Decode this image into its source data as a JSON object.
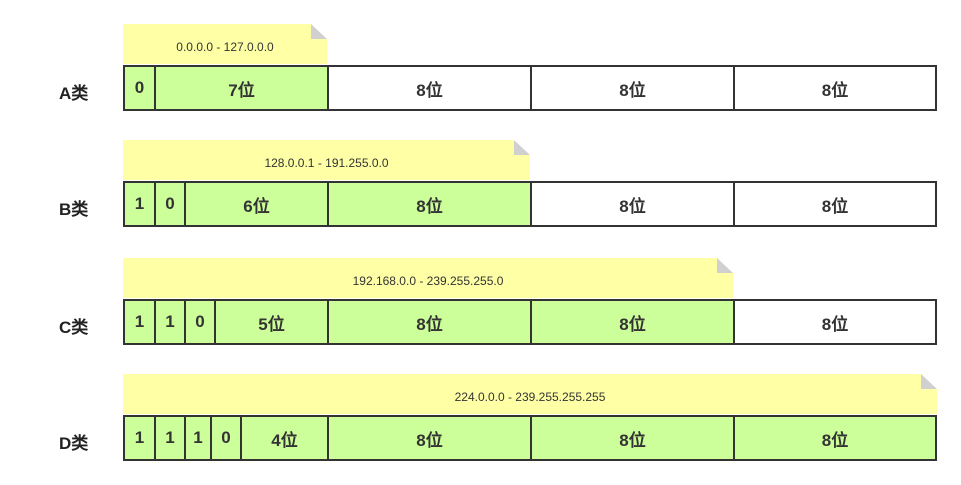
{
  "colors": {
    "network_fill": "#ccff99",
    "host_fill": "#ffffff",
    "note_fill": "#ffffa6",
    "note_fold": "#d0d0d0",
    "border": "#333333"
  },
  "rows": [
    {
      "label": "A类",
      "range": "0.0.0.0 - 127.0.0.0",
      "bits": [
        "0"
      ],
      "network": "7位",
      "octets": [
        "8位",
        "8位",
        "8位"
      ]
    },
    {
      "label": "B类",
      "range": "128.0.0.1 - 191.255.0.0",
      "bits": [
        "1",
        "0"
      ],
      "network": "6位",
      "octets": [
        "8位",
        "8位",
        "8位"
      ]
    },
    {
      "label": "C类",
      "range": "192.168.0.0 - 239.255.255.0",
      "bits": [
        "1",
        "1",
        "0"
      ],
      "network": "5位",
      "octets": [
        "8位",
        "8位",
        "8位"
      ]
    },
    {
      "label": "D类",
      "range": "224.0.0.0 - 239.255.255.255",
      "bits": [
        "1",
        "1",
        "1",
        "0"
      ],
      "network": "4位",
      "octets": [
        "8位",
        "8位",
        "8位"
      ]
    }
  ]
}
